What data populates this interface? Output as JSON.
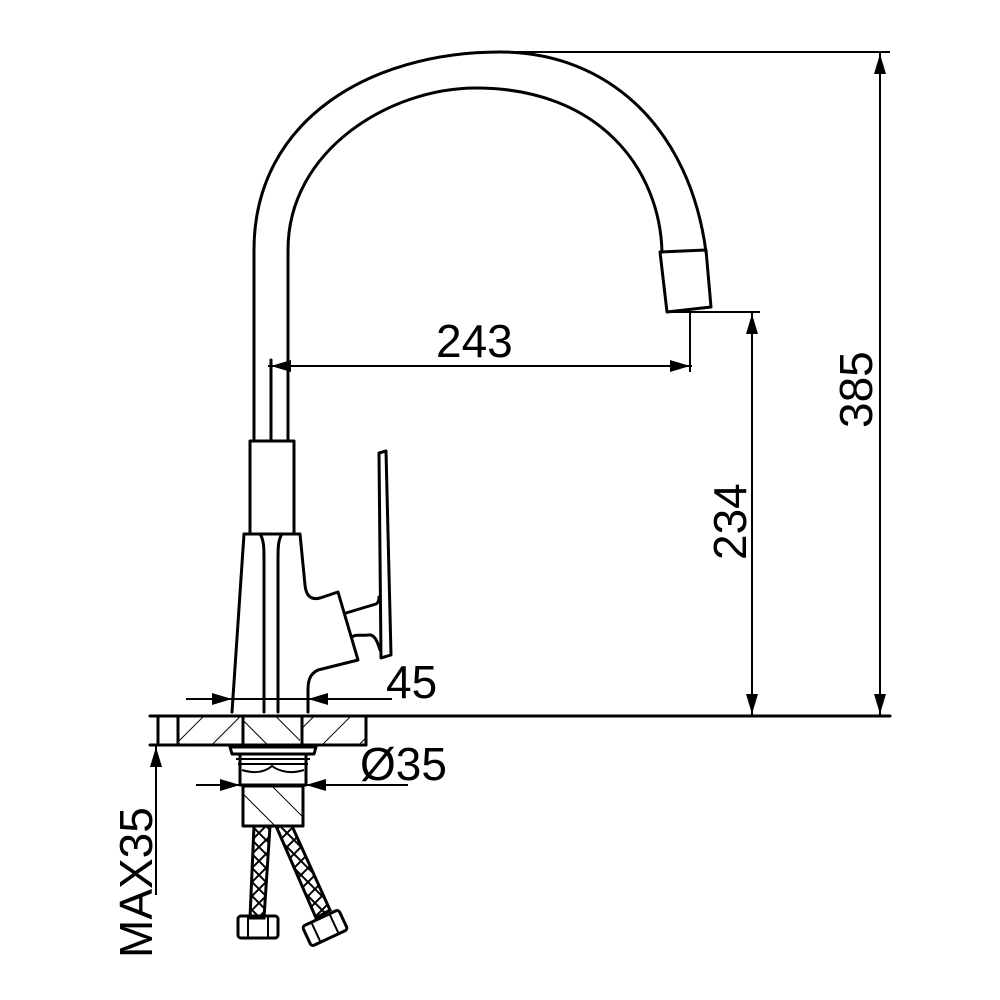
{
  "drawing": {
    "subject": "Kitchen faucet with swivel spout - dimensional side view",
    "line_color": "#000000",
    "background": "#ffffff",
    "units": "mm"
  },
  "dimensions": {
    "spout_reach": "243",
    "spout_outlet_height": "234",
    "total_height": "385",
    "base_width": "45",
    "mounting_hole_diameter": "Ø35",
    "max_counter_thickness": "MAX35"
  },
  "components": [
    {
      "name": "swivel spout",
      "shape": "gooseneck arc"
    },
    {
      "name": "aerator",
      "shape": "cylinder at spout tip"
    },
    {
      "name": "spout collar",
      "shape": "rectangular sleeve"
    },
    {
      "name": "faucet body",
      "shape": "tapered column"
    },
    {
      "name": "lever handle",
      "shape": "single vertical lever"
    },
    {
      "name": "countertop",
      "shape": "hatched section"
    },
    {
      "name": "threaded shank",
      "shape": "hatched section"
    },
    {
      "name": "braided supply hoses",
      "count": 2
    }
  ]
}
